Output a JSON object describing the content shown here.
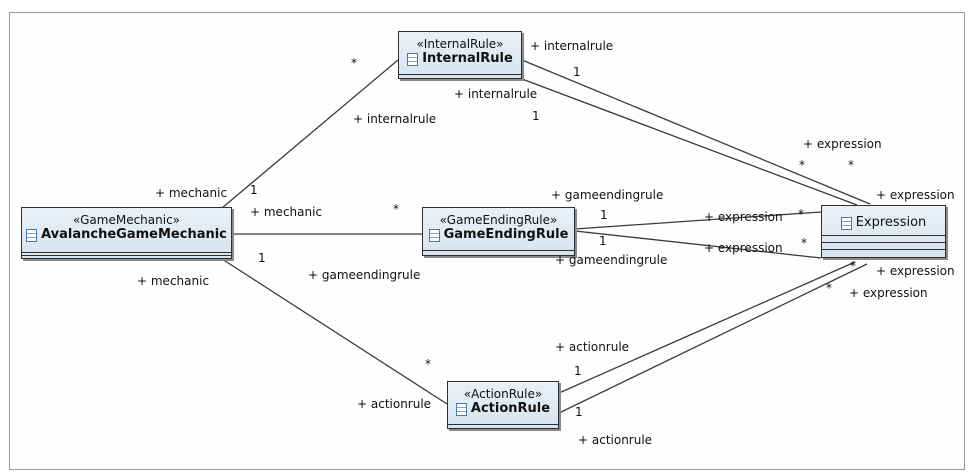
{
  "diagram": {
    "classes": {
      "game_mechanic": {
        "stereotype": "«GameMechanic»",
        "name": "AvalancheGameMechanic",
        "icon": "class-icon"
      },
      "internal_rule": {
        "stereotype": "«InternalRule»",
        "name": "InternalRule",
        "icon": "class-icon"
      },
      "game_ending_rule": {
        "stereotype": "«GameEndingRule»",
        "name": "GameEndingRule",
        "icon": "class-icon"
      },
      "action_rule": {
        "stereotype": "«ActionRule»",
        "name": "ActionRule",
        "icon": "class-icon"
      },
      "expression": {
        "name": "Expression",
        "icon": "class-icon"
      }
    },
    "labels": {
      "mech_internal_star": "*",
      "mech_internal_role": "+ internalrule",
      "mech_internal_mechanic": "+ mechanic",
      "mech_internal_one": "1",
      "internal_role_top": "+ internalrule",
      "internal_role_mid": "+ internalrule",
      "internal_one_a": "1",
      "internal_one_b": "1",
      "expr_role_top": "+ expression",
      "expr_star_a": "*",
      "expr_star_b": "*",
      "mech_ge_mechanic": "+ mechanic",
      "mech_ge_star": "*",
      "mech_ge_one": "1",
      "mech_ge_role": "+ gameendingrule",
      "ge_role_top": "+ gameendingrule",
      "ge_role_bottom": "+ gameendingrule",
      "ge_one_a": "1",
      "ge_one_b": "1",
      "ge_expr_role_a": "+ expression",
      "ge_expr_role_b": "+ expression",
      "ge_expr_star_a": "*",
      "ge_expr_star_b": "*",
      "expr_role_right_top": "+ expression",
      "expr_role_right_b": "+ expression",
      "expr_role_right_c": "+ expression",
      "expr_star_c": "*",
      "expr_star_d": "*",
      "mech_action_mechanic": "+ mechanic",
      "mech_action_star": "*",
      "mech_action_role": "+ actionrule",
      "action_role_top": "+ actionrule",
      "action_role_bottom": "+ actionrule",
      "action_one_a": "1",
      "action_one_b": "1"
    },
    "colors": {
      "class_fill_top": "#e9f1f8",
      "class_fill_bottom": "#d6e4f0",
      "border": "#2f2f2f",
      "line": "#3a3a3a"
    }
  }
}
